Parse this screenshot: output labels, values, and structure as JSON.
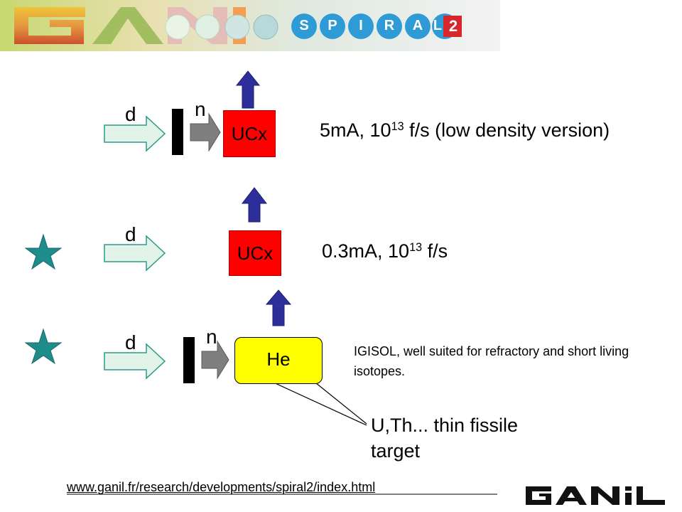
{
  "banner": {
    "letters": [
      "S",
      "P",
      "I",
      "R",
      "A",
      "L"
    ],
    "number": "2",
    "logo_text": "GANIL"
  },
  "rows": [
    {
      "beam": "d",
      "particle": "n",
      "target": "UCx",
      "note_prefix": "5mA, 10",
      "note_exp": "13",
      "note_suffix": " f/s (low density version)"
    },
    {
      "beam": "d",
      "target": "UCx",
      "note_prefix": "0.3mA, 10",
      "note_exp": "13",
      "note_suffix": " f/s"
    },
    {
      "beam": "d",
      "particle": "n",
      "target": "He",
      "note": "IGISOL, well suited for refractory and short living isotopes."
    }
  ],
  "annotation": {
    "line1": "U,Th... thin fissile",
    "line2": "target"
  },
  "footer": {
    "url": "www.ganil.fr/research/developments/spiral2/index.html",
    "logo": "GANIL"
  },
  "colors": {
    "red": "#ff0000",
    "yellow": "#ffff00",
    "blue_arrow": "#2e2e9a",
    "star": "#1f8c8c",
    "arrow_fill": "#e2f4ea",
    "arrow_stroke": "#2a9a8c",
    "grey": "#7f7f7f"
  }
}
